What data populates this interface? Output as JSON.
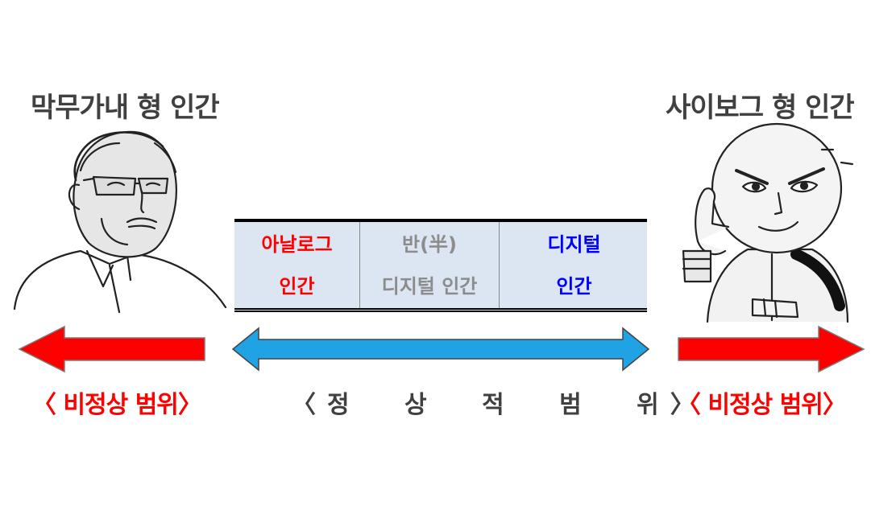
{
  "left_title": "막무가내 형 인간",
  "right_title": "사이보그 형 인간",
  "table": {
    "col1": [
      "아날로그",
      "인간"
    ],
    "col2": [
      "반(半)",
      "디지털 인간"
    ],
    "col3": [
      "디지털",
      "인간"
    ]
  },
  "ranges": {
    "left": "〈 비정상 범위〉",
    "center": "〈정 상 적  범 위〉",
    "right": "〈 비정상 범위〉"
  },
  "colors": {
    "abnormal_arrow": "#ff0000",
    "normal_arrow": "#1fa3e4",
    "analog_text": "#ff0000",
    "semi_text": "#8c8c8c",
    "digital_text": "#0000ff",
    "table_bg": "#dce6f2"
  },
  "icons": [
    "old-man-illustration",
    "robot-illustration"
  ]
}
